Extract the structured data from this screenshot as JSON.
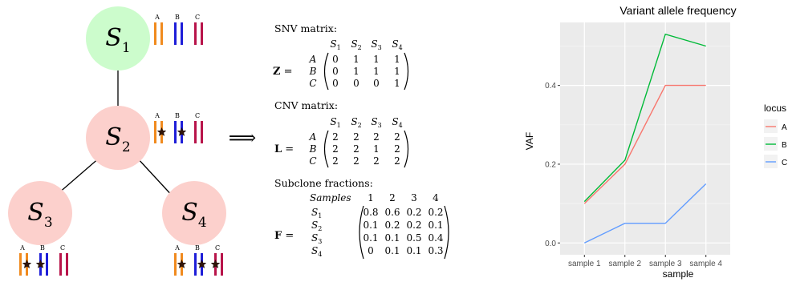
{
  "tree": {
    "nodes": [
      {
        "id": "S1",
        "label_base": "S",
        "label_sub": "1",
        "color": "#ccfccc"
      },
      {
        "id": "S2",
        "label_base": "S",
        "label_sub": "2",
        "color": "#fcd0cc"
      },
      {
        "id": "S3",
        "label_base": "S",
        "label_sub": "3",
        "color": "#fcd0cc"
      },
      {
        "id": "S4",
        "label_base": "S",
        "label_sub": "4",
        "color": "#fcd0cc"
      }
    ],
    "loci_labels": [
      "A",
      "B",
      "C"
    ],
    "locus_colors": {
      "A": "#f08a1e",
      "B": "#1e1ed8",
      "C": "#b8144a"
    },
    "arrow": "⟹"
  },
  "matrices": {
    "snv": {
      "title": "SNV matrix:",
      "lhs": "Z",
      "col_headers_base": "S",
      "col_headers": [
        "1",
        "2",
        "3",
        "4"
      ],
      "row_labels": [
        "A",
        "B",
        "C"
      ],
      "rows": [
        [
          "0",
          "1",
          "1",
          "1"
        ],
        [
          "0",
          "1",
          "1",
          "1"
        ],
        [
          "0",
          "0",
          "0",
          "1"
        ]
      ]
    },
    "cnv": {
      "title": "CNV matrix:",
      "lhs": "L",
      "col_headers_base": "S",
      "col_headers": [
        "1",
        "2",
        "3",
        "4"
      ],
      "row_labels": [
        "A",
        "B",
        "C"
      ],
      "rows": [
        [
          "2",
          "2",
          "2",
          "2"
        ],
        [
          "2",
          "2",
          "1",
          "2"
        ],
        [
          "2",
          "2",
          "2",
          "2"
        ]
      ]
    },
    "fractions": {
      "title": "Subclone fractions:",
      "lhs": "F",
      "samples_label": "Samples",
      "col_headers": [
        "1",
        "2",
        "3",
        "4"
      ],
      "row_label_base": "S",
      "row_labels": [
        "1",
        "2",
        "3",
        "4"
      ],
      "rows": [
        [
          "0.8",
          "0.6",
          "0.2",
          "0.2"
        ],
        [
          "0.1",
          "0.2",
          "0.2",
          "0.1"
        ],
        [
          "0.1",
          "0.1",
          "0.5",
          "0.4"
        ],
        [
          "0",
          "0.1",
          "0.1",
          "0.3"
        ]
      ]
    }
  },
  "chart_data": {
    "type": "line",
    "title": "Variant allele frequency",
    "xlabel": "sample",
    "ylabel": "VAF",
    "categories": [
      "sample 1",
      "sample 2",
      "sample 3",
      "sample 4"
    ],
    "ylim": [
      -0.03,
      0.56
    ],
    "yticks": [
      0.0,
      0.2,
      0.4
    ],
    "ytick_labels": [
      "0.0",
      "0.2",
      "0.4"
    ],
    "grid": true,
    "legend_title": "locus",
    "legend_position": "right",
    "series": [
      {
        "name": "A",
        "color": "#f8766d",
        "values": [
          0.1,
          0.2,
          0.4,
          0.4
        ]
      },
      {
        "name": "B",
        "color": "#00ba38",
        "values": [
          0.105,
          0.21,
          0.53,
          0.5
        ]
      },
      {
        "name": "C",
        "color": "#619cff",
        "values": [
          0.0,
          0.05,
          0.05,
          0.15
        ]
      }
    ]
  }
}
